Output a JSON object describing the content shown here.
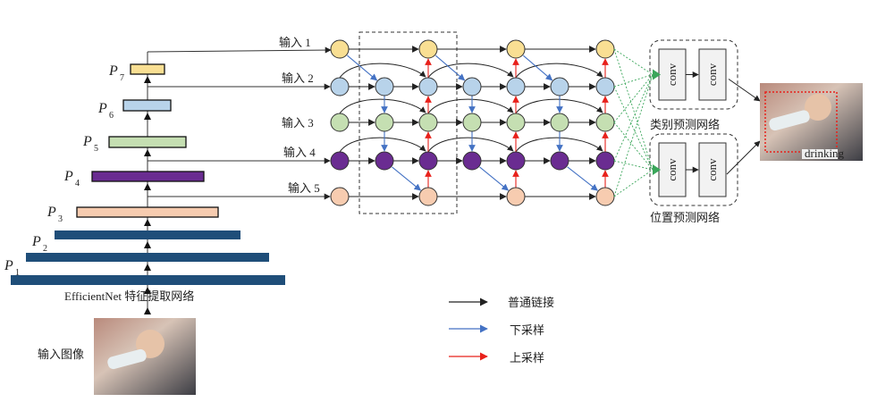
{
  "colors": {
    "p7": "#f9df93",
    "p6": "#b8d3ea",
    "p5": "#c5dfb2",
    "p4": "#6a2c91",
    "p3": "#f7ccb0",
    "backbone": "#1f4e79",
    "normal": "#222222",
    "down": "#4472c4",
    "up": "#e8211b",
    "fuse": "#3aa65a",
    "conv_fill": "#f2f2f2"
  },
  "backbone": {
    "levels": [
      {
        "label": "P",
        "sub": "7",
        "key": "p7"
      },
      {
        "label": "P",
        "sub": "6",
        "key": "p6"
      },
      {
        "label": "P",
        "sub": "5",
        "key": "p5"
      },
      {
        "label": "P",
        "sub": "4",
        "key": "p4"
      },
      {
        "label": "P",
        "sub": "3",
        "key": "p3"
      },
      {
        "label": "",
        "sub": "",
        "key": "backbone"
      },
      {
        "label": "P",
        "sub": "2",
        "key": "backbone"
      },
      {
        "label": "P",
        "sub": "1",
        "key": "backbone"
      }
    ],
    "name": "EfficientNet 特征提取网络",
    "input_label": "输入图像"
  },
  "inputs": [
    "输入 1",
    "输入 2",
    "输入 3",
    "输入 4",
    "输入 5"
  ],
  "heads": {
    "class_label": "类别预测网络",
    "box_label": "位置预测网络",
    "conv_label": "conv"
  },
  "output": {
    "detection_label": "drinking"
  },
  "legend": [
    {
      "label": "普通链接",
      "key": "normal"
    },
    {
      "label": "下采样",
      "key": "down"
    },
    {
      "label": "上采样",
      "key": "up"
    }
  ]
}
